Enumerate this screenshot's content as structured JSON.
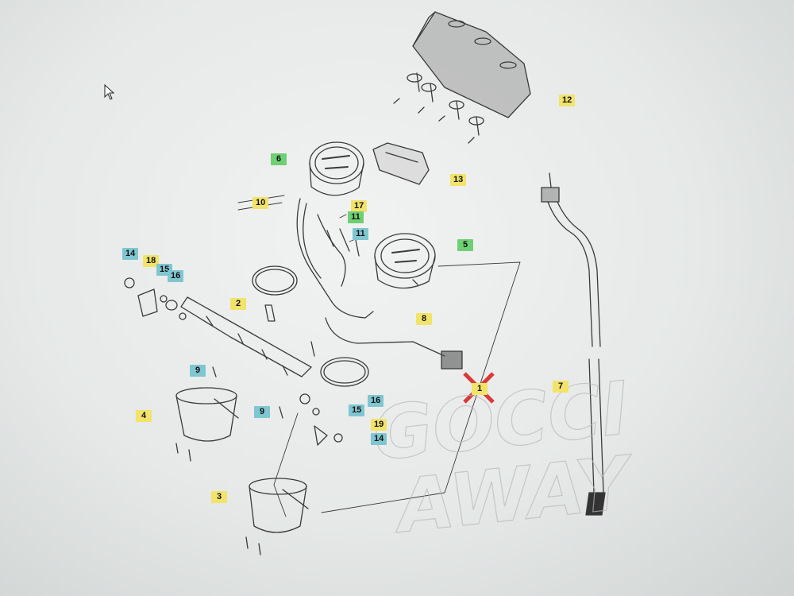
{
  "callouts": {
    "c12": "12",
    "c13": "13",
    "c6": "6",
    "c10": "10",
    "c17": "17",
    "c11a": "11",
    "c11b": "11",
    "c5": "5",
    "c14a": "14",
    "c18": "18",
    "c15a": "15",
    "c16a": "16",
    "c2": "2",
    "c8": "8",
    "c9a": "9",
    "c1": "1",
    "c7": "7",
    "c16b": "16",
    "c9b": "9",
    "c15b": "15",
    "c4": "4",
    "c19": "19",
    "c14b": "14",
    "c3": "3"
  },
  "watermark": {
    "line1": "GOCCI",
    "line2": "AWAY"
  },
  "colors": {
    "yellow": "#f2e36a",
    "blue": "#7fc6d1",
    "green": "#6fcf74",
    "line": "#3a3a3a"
  }
}
